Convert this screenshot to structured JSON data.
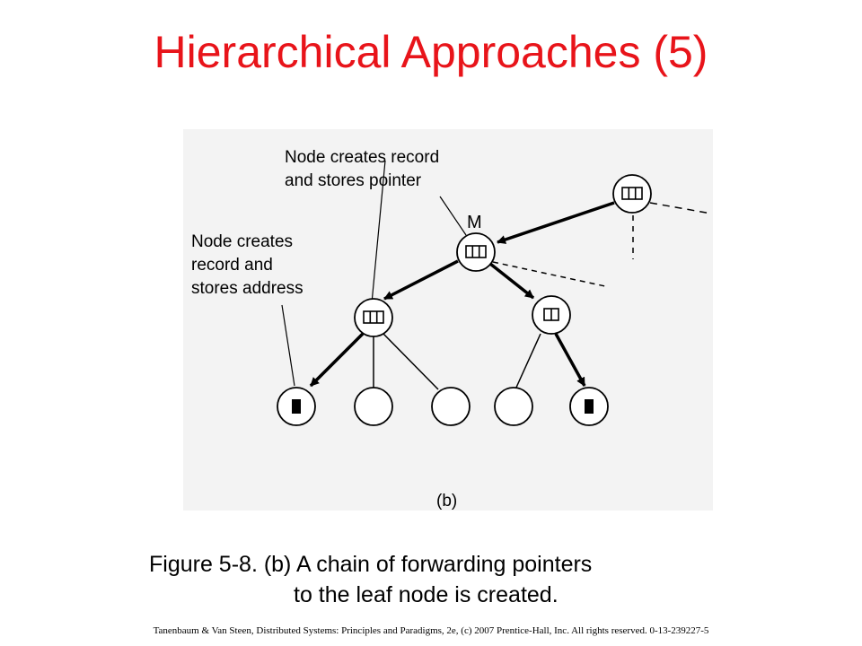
{
  "slide": {
    "title": "Hierarchical Approaches (5)",
    "caption_line1": "Figure 5-8. (b) A chain of forwarding pointers",
    "caption_line2": "to the leaf node is created.",
    "footer": "Tanenbaum & Van Steen, Distributed Systems: Principles and Paradigms, 2e, (c) 2007 Prentice-Hall, Inc. All rights reserved. 0-13-239227-5"
  },
  "diagram": {
    "node_m_label": "M",
    "annotation_top_line1": "Node creates record",
    "annotation_top_line2": "and stores pointer",
    "annotation_left_line1": "Node creates",
    "annotation_left_line2": "record and",
    "annotation_left_line3": "stores address",
    "sublabel": "(b)"
  },
  "colors": {
    "title": "#e8141a",
    "panel_background": "#f3f3f3"
  }
}
